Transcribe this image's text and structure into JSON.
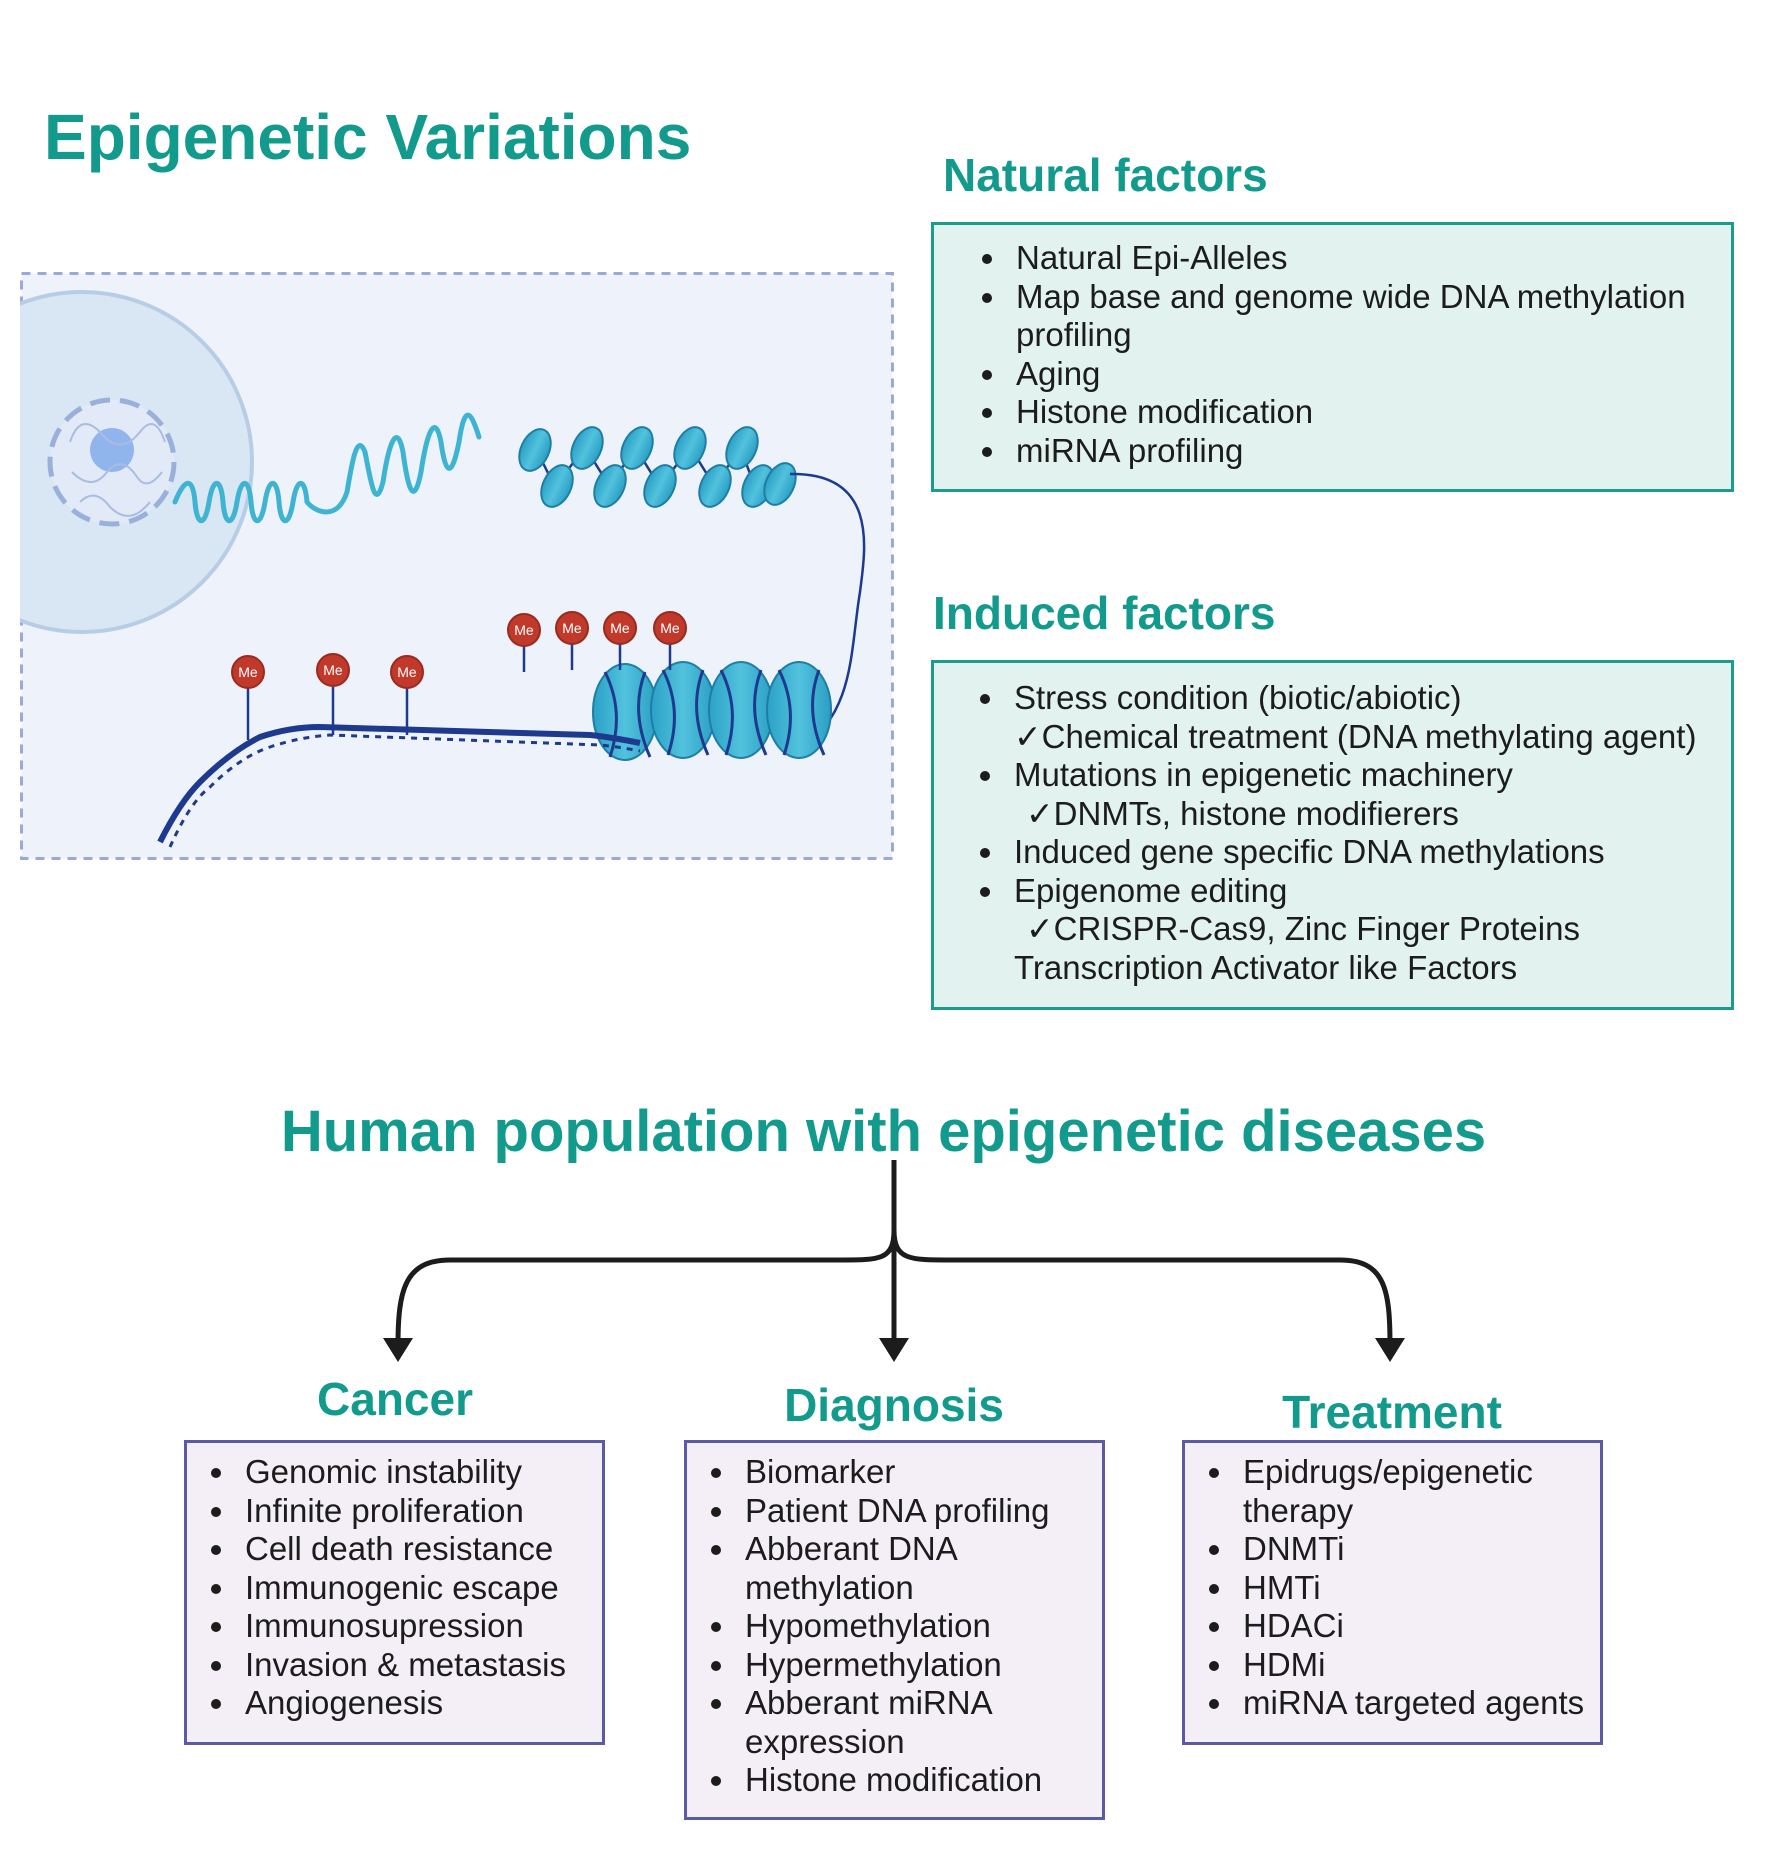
{
  "title": "Epigenetic Variations",
  "natural": {
    "heading": "Natural factors",
    "items": [
      {
        "text": "Natural Epi-Alleles"
      },
      {
        "text": "Map base and genome wide DNA methylation profiling"
      },
      {
        "text": "Aging"
      },
      {
        "text": "Histone modification"
      },
      {
        "text": "miRNA profiling"
      }
    ]
  },
  "induced": {
    "heading": "Induced factors",
    "items": [
      {
        "text": "Stress condition (biotic/abiotic)",
        "sub": "✓Chemical treatment (DNA methylating agent)"
      },
      {
        "text": "Mutations in epigenetic machinery",
        "sub": "✓DNMTs, histone modifierers"
      },
      {
        "text": "Induced gene specific DNA methylations"
      },
      {
        "text": "Epigenome editing",
        "sub": "✓CRISPR-Cas9, Zinc Finger Proteins",
        "sub2": "Transcription Activator like Factors"
      }
    ]
  },
  "illustration": {
    "methyl_label": "Me",
    "colors": {
      "nucleosome": "#3fb4d2",
      "dna": "#1d3a8f",
      "methyl": "#c0392b",
      "panel": "#eef3fb"
    }
  },
  "population_title": "Human population with epigenetic diseases",
  "cancer": {
    "heading": "Cancer",
    "items": [
      "Genomic instability",
      "Infinite proliferation",
      "Cell death resistance",
      "Immunogenic escape",
      "Immunosupression",
      "Invasion & metastasis",
      "Angiogenesis"
    ]
  },
  "diagnosis": {
    "heading": "Diagnosis",
    "items": [
      "Biomarker",
      "Patient DNA profiling",
      "Abberant DNA methylation",
      "Hypomethylation",
      "Hypermethylation",
      "Abberant miRNA expression",
      "Histone modification"
    ]
  },
  "treatment": {
    "heading": "Treatment",
    "items": [
      "Epidrugs/epigenetic therapy",
      "DNMTi",
      "HMTi",
      "HDACi",
      "HDMi",
      "miRNA targeted agents"
    ]
  }
}
